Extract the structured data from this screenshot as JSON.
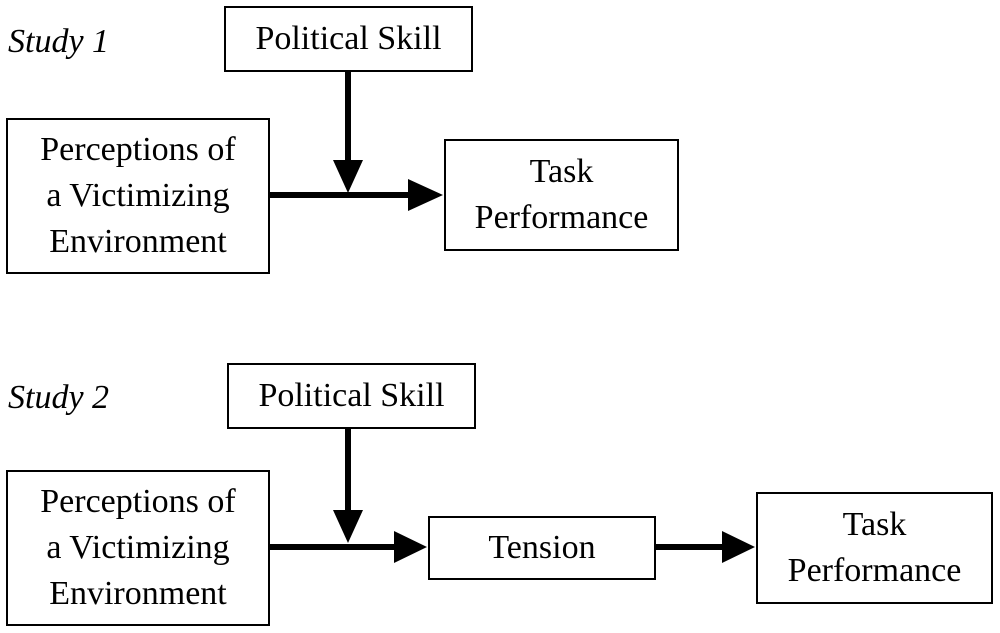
{
  "studies": [
    {
      "label": "Study 1",
      "nodes": {
        "moderator": "Political Skill",
        "predictor": "Perceptions of\na Victimizing\nEnvironment",
        "outcome": "Task\nPerformance"
      }
    },
    {
      "label": "Study 2",
      "nodes": {
        "moderator": "Political Skill",
        "predictor": "Perceptions of\na Victimizing\nEnvironment",
        "mediator": "Tension",
        "outcome": "Task\nPerformance"
      }
    }
  ],
  "colors": {
    "stroke": "#000000",
    "background": "#ffffff"
  }
}
